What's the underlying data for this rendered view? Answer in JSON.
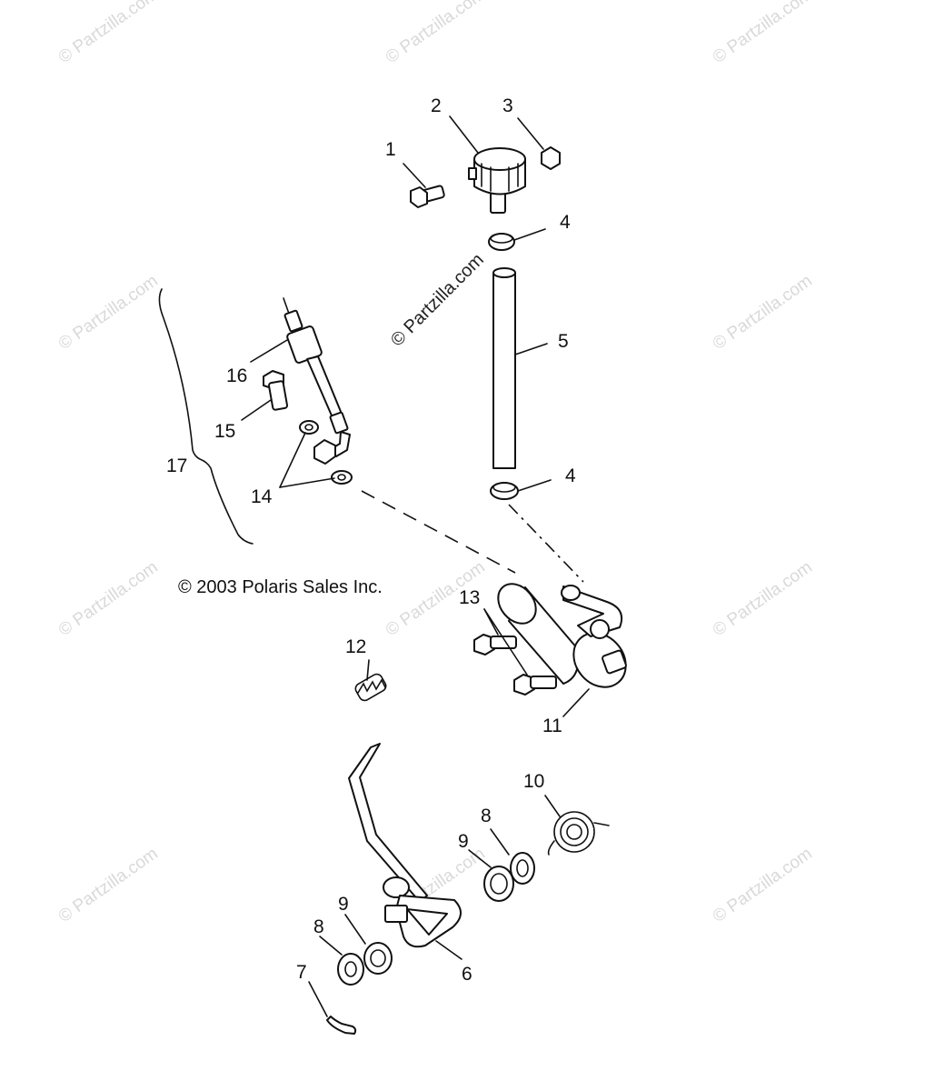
{
  "watermark": "© Partzilla.com",
  "center_watermark": "© Partzilla.com",
  "copyright": "© 2003 Polaris Sales Inc.",
  "callouts": {
    "c1": "1",
    "c2": "2",
    "c3": "3",
    "c4a": "4",
    "c4b": "4",
    "c5": "5",
    "c6": "6",
    "c7": "7",
    "c8a": "8",
    "c8b": "8",
    "c9a": "9",
    "c9b": "9",
    "c10": "10",
    "c11": "11",
    "c12": "12",
    "c13": "13",
    "c14": "14",
    "c15": "15",
    "c16": "16",
    "c17": "17"
  }
}
